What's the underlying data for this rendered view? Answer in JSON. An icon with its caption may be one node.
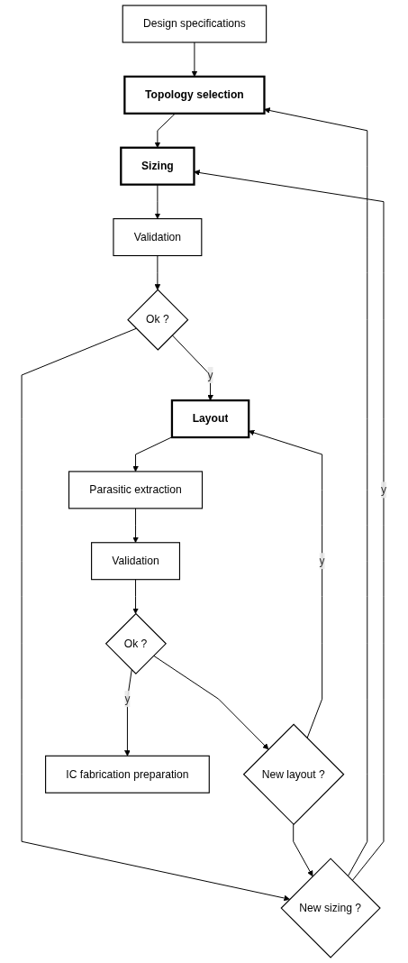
{
  "diagram": {
    "nodes": [
      {
        "text": [
          "Design specifications"
        ]
      },
      {
        "text": [
          "Topology selection"
        ]
      },
      {
        "text": [
          "Sizing"
        ]
      },
      {
        "text": [
          "Validation"
        ]
      },
      {
        "text": [
          "Ok ?"
        ]
      },
      {
        "text": [
          "New sizing ?"
        ]
      },
      {
        "text": [
          "New layout ?"
        ]
      },
      {
        "text": [
          "Layout"
        ]
      },
      {
        "text": [
          "Parasitic extraction"
        ]
      },
      {
        "text": [
          "Validation"
        ]
      },
      {
        "text": [
          "Ok ?"
        ]
      },
      {
        "text": [
          "IC fabrication preparation"
        ]
      }
    ],
    "edges": [
      {
        "from": 0,
        "to": 1,
        "arrow": "to"
      },
      {
        "from": 5,
        "to": 1,
        "arrow": "to"
      },
      {
        "from": 1,
        "to": 2,
        "arrow": "to"
      },
      {
        "from": 5,
        "to": 2,
        "arrow": "to",
        "label": "y"
      },
      {
        "from": 2,
        "to": 3,
        "arrow": "to"
      },
      {
        "from": 3,
        "to": 4,
        "arrow": "to"
      },
      {
        "from": 4,
        "to": 5,
        "arrow": "to"
      },
      {
        "from": 6,
        "to": 5,
        "arrow": "to"
      },
      {
        "from": 4,
        "to": 7,
        "arrow": "to",
        "label": "y"
      },
      {
        "from": 6,
        "to": 7,
        "arrow": "to",
        "label": "y"
      },
      {
        "from": 7,
        "to": 8,
        "arrow": "to"
      },
      {
        "from": 8,
        "to": 9,
        "arrow": "to"
      },
      {
        "from": 9,
        "to": 10,
        "arrow": "to"
      },
      {
        "from": 10,
        "to": 6,
        "arrow": "to"
      },
      {
        "from": 10,
        "to": 11,
        "arrow": "to",
        "label": "y"
      }
    ]
  }
}
